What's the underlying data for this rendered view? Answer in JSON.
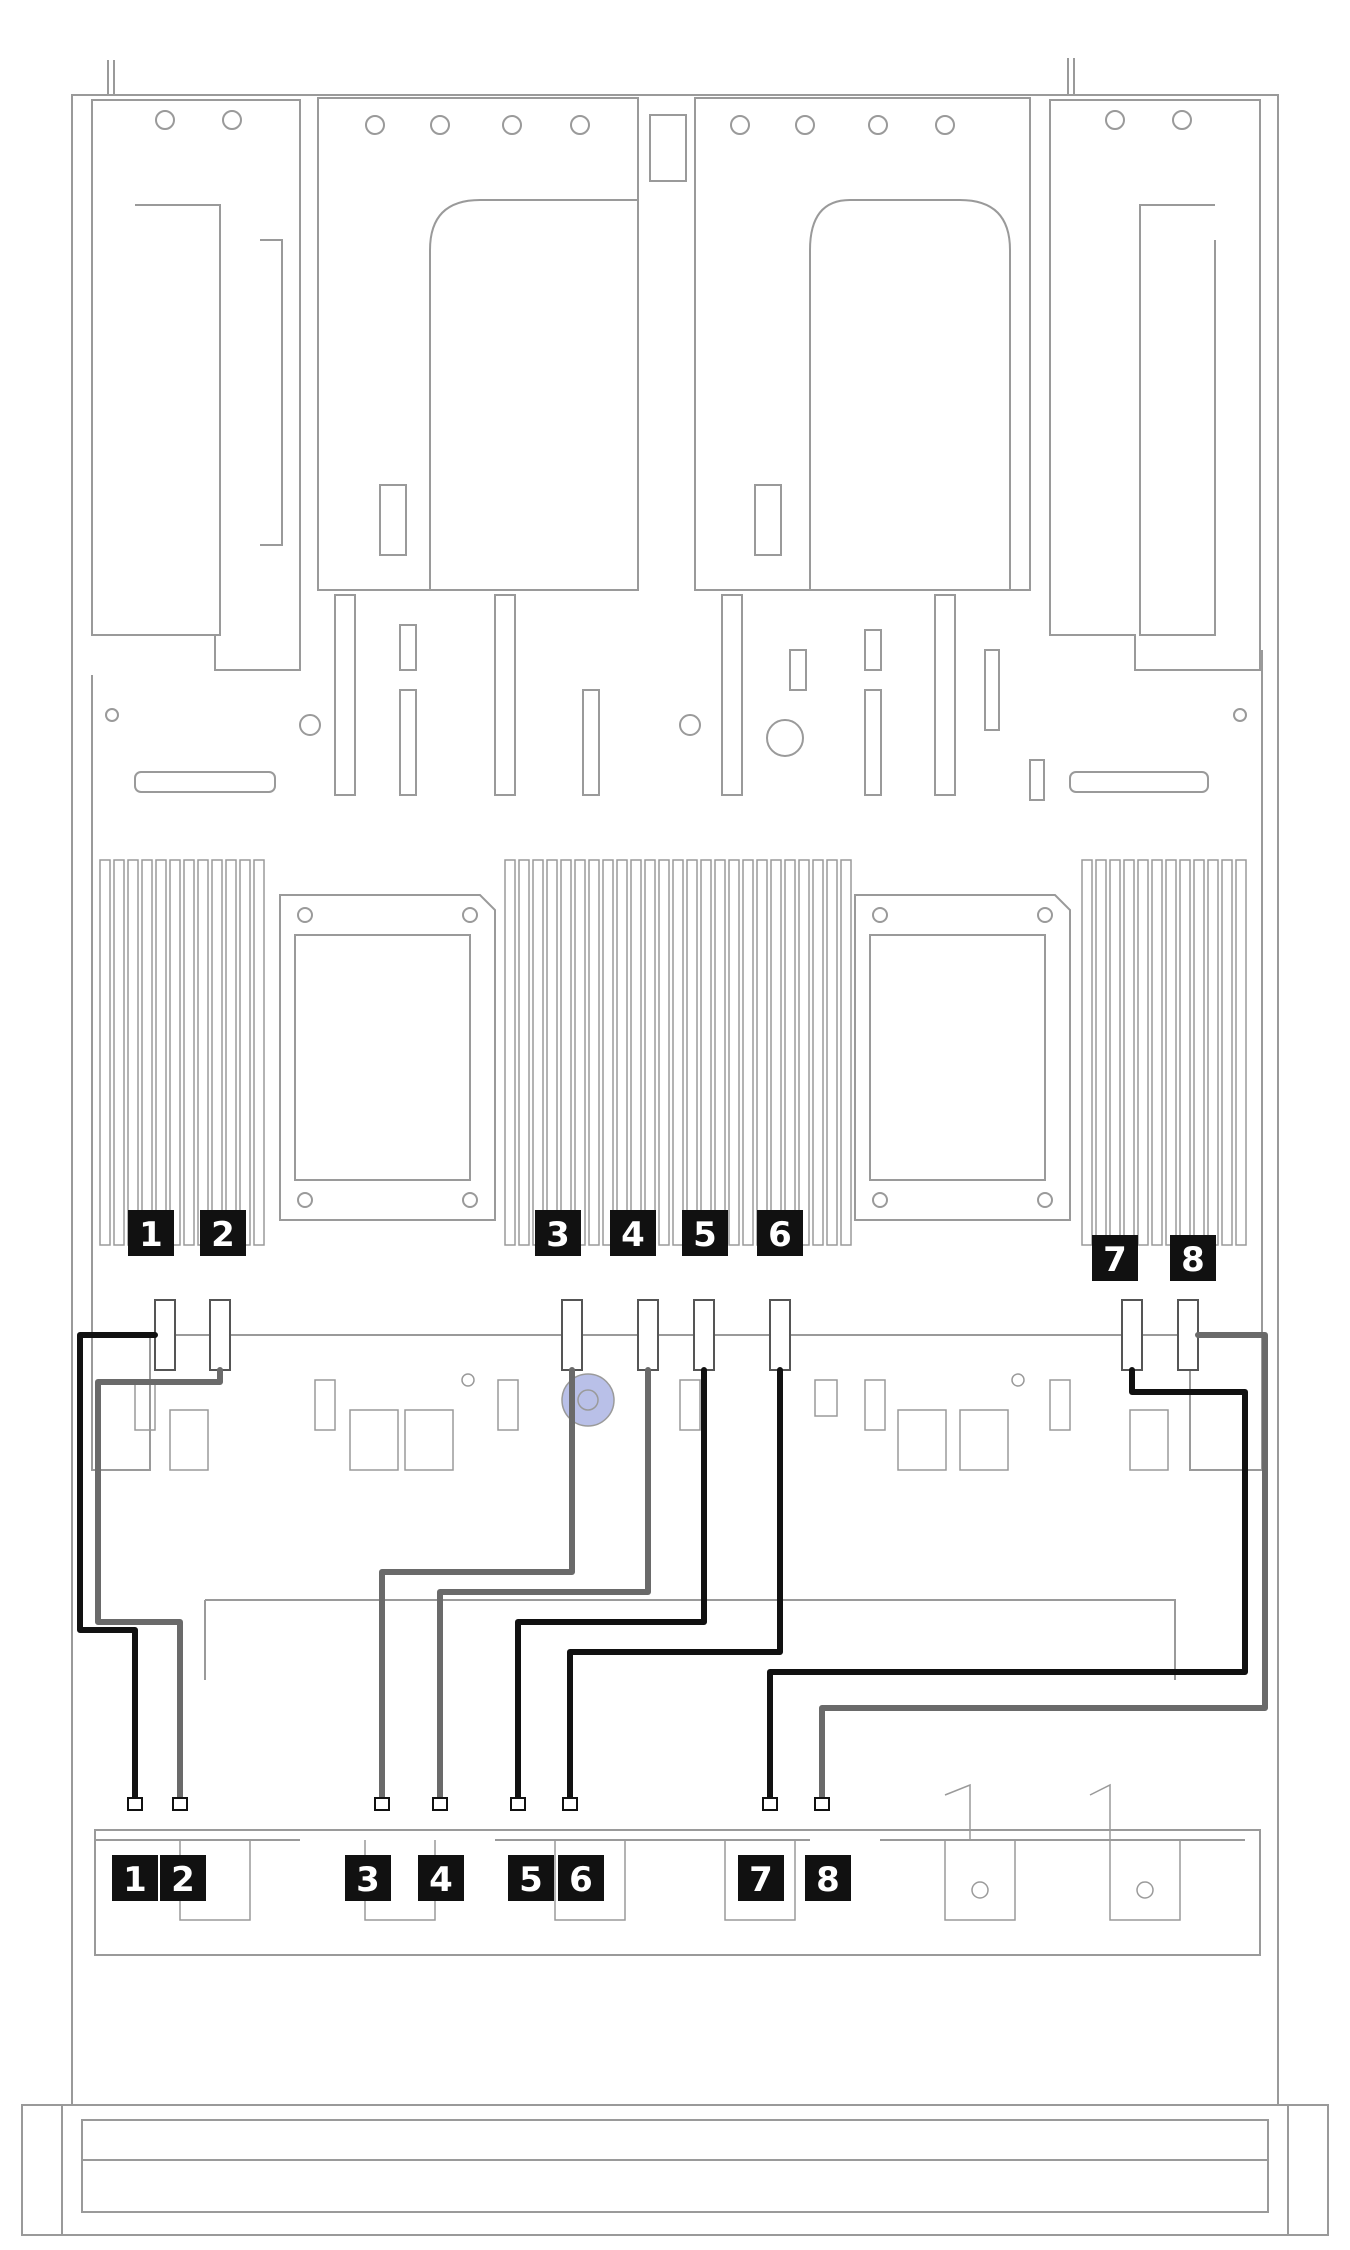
{
  "diagram": {
    "colors": {
      "outline": "#9a9a9a",
      "cable_black": "#111111",
      "cable_gray": "#6a6a6a",
      "label_bg": "#111111",
      "label_text": "#ffffff",
      "accent": "#b9c0e8"
    },
    "motherboard_labels": [
      {
        "id": "mb-connector-1",
        "text": "1"
      },
      {
        "id": "mb-connector-2",
        "text": "2"
      },
      {
        "id": "mb-connector-3",
        "text": "3"
      },
      {
        "id": "mb-connector-4",
        "text": "4"
      },
      {
        "id": "mb-connector-5",
        "text": "5"
      },
      {
        "id": "mb-connector-6",
        "text": "6"
      },
      {
        "id": "mb-connector-7",
        "text": "7"
      },
      {
        "id": "mb-connector-8",
        "text": "8"
      }
    ],
    "backplane_labels": [
      {
        "id": "bp-connector-1",
        "text": "1"
      },
      {
        "id": "bp-connector-2",
        "text": "2"
      },
      {
        "id": "bp-connector-3",
        "text": "3"
      },
      {
        "id": "bp-connector-4",
        "text": "4"
      },
      {
        "id": "bp-connector-5",
        "text": "5"
      },
      {
        "id": "bp-connector-6",
        "text": "6"
      },
      {
        "id": "bp-connector-7",
        "text": "7"
      },
      {
        "id": "bp-connector-8",
        "text": "8"
      }
    ]
  }
}
